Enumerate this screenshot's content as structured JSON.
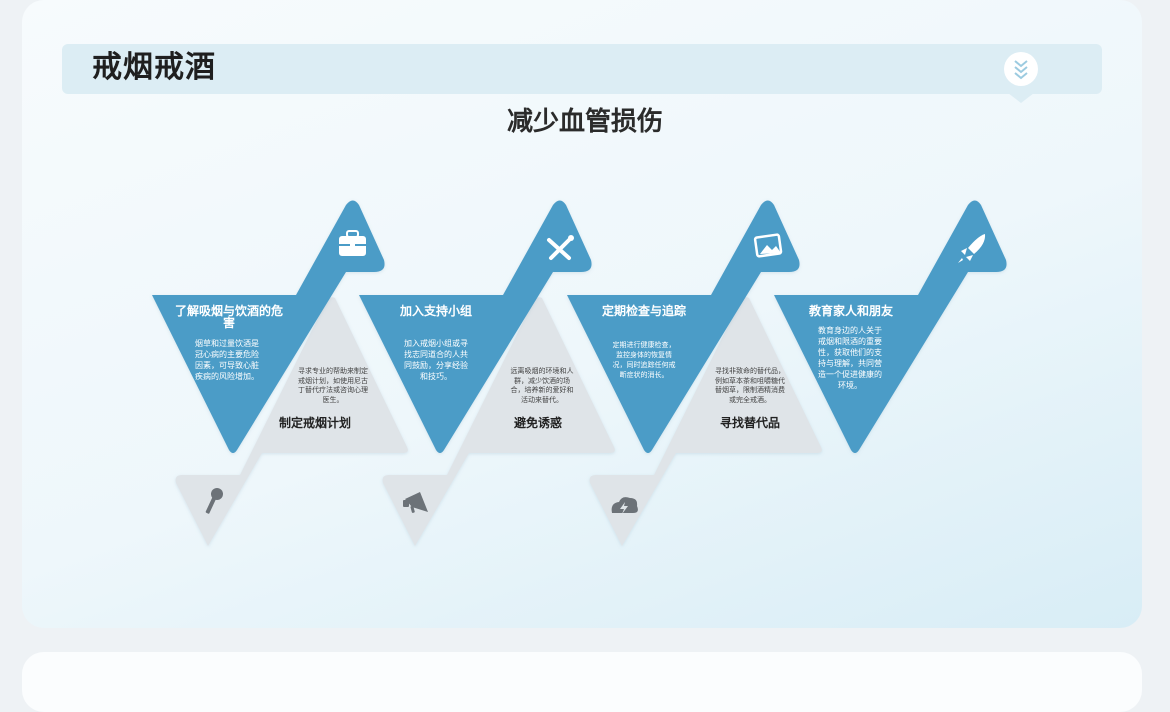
{
  "header": {
    "title": "戒烟戒酒"
  },
  "subtitle": "减少血管损伤",
  "steps": [
    {
      "title": "了解吸烟与饮酒的危害",
      "desc": "烟草和过量饮酒是冠心病的主要危险因素，可导致心脏疾病的风险增加。",
      "top_icon": "briefcase-icon"
    },
    {
      "title": "加入支持小组",
      "desc": "加入戒烟小组或寻找志同道合的人共同鼓励，分享经验和技巧。",
      "top_icon": "tools-icon"
    },
    {
      "title": "定期检查与追踪",
      "desc": "定期进行健康检查，监控身体的恢复情况，同时追踪任何戒断症状的消长。",
      "top_icon": "picture-icon"
    },
    {
      "title": "教育家人和朋友",
      "desc": "教育身边的人关于戒烟和限酒的重要性，获取他们的支持与理解，共同营造一个促进健康的环境。",
      "top_icon": "rocket-icon"
    }
  ],
  "gray_steps": [
    {
      "title": "制定戒烟计划",
      "desc": "寻求专业的帮助来制定戒烟计划，如使用尼古丁替代疗法或咨询心理医生。",
      "bottom_icon": "key-icon"
    },
    {
      "title": "避免诱惑",
      "desc": "远离吸烟的环境和人群，减少饮酒的场合，培养新的爱好和活动来替代。",
      "bottom_icon": "megaphone-icon"
    },
    {
      "title": "寻找替代品",
      "desc": "寻找非致命的替代品，例如草本茶和咀嚼糖代替烟草，限制酒精消费或完全戒酒。",
      "bottom_icon": "cloud-bolt-icon"
    }
  ],
  "colors": {
    "blue": "#4b9cc7",
    "gray": "#dfe4e8",
    "gray_icon": "#6c7278"
  }
}
